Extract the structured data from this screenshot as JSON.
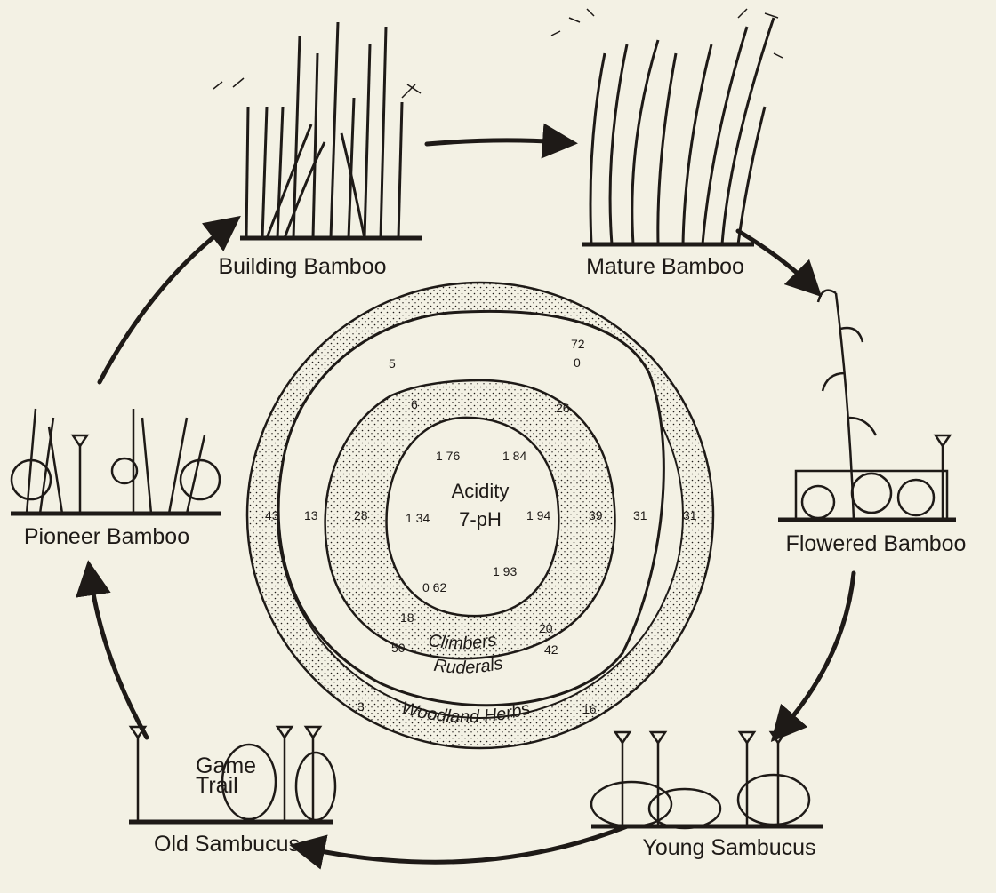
{
  "stages": [
    {
      "id": "building",
      "label": "Building Bamboo"
    },
    {
      "id": "mature",
      "label": "Mature Bamboo"
    },
    {
      "id": "flowered",
      "label": "Flowered Bamboo"
    },
    {
      "id": "young_sambucus",
      "label": "Young Sambucus"
    },
    {
      "id": "old_sambucus",
      "label": "Old Sambucus"
    },
    {
      "id": "pioneer",
      "label": "Pioneer Bamboo"
    }
  ],
  "game_trail": {
    "line1": "Game",
    "line2": "Trail"
  },
  "center": {
    "line1": "Acidity",
    "line2": "7-pH"
  },
  "rings": {
    "climbers": "Climbers",
    "ruderals": "Ruderals",
    "woodland_herbs": "Woodland Herbs"
  },
  "numbers": {
    "acidity": [
      "1 34",
      "1 76",
      "1 84",
      "1 94",
      "1 93",
      "0 62"
    ],
    "climbers": [
      "28",
      "26",
      "39",
      "20",
      "18",
      "6"
    ],
    "ruderals": [
      "13",
      "5",
      "31",
      "42",
      "50"
    ],
    "woodland": [
      "43",
      "72",
      "0",
      "31",
      "16",
      "3"
    ]
  },
  "colors": {
    "ink": "#1e1a17",
    "paper": "#f3f1e4"
  }
}
